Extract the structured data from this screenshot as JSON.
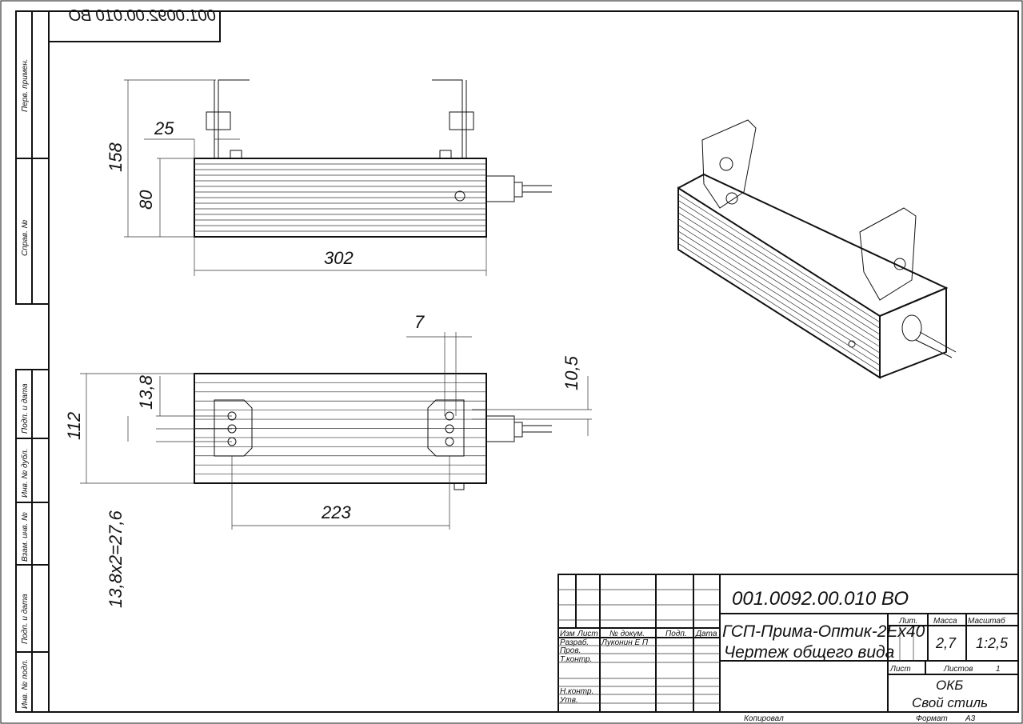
{
  "document_code": "001.0092.00.010 ВО",
  "document_code_rotated": "001.0092.00.010 ВО",
  "side_strip": [
    "Перв. примен.",
    "Справ. №",
    "Подп. и дата",
    "Инв. № дубл.",
    "Взам. инв. №",
    "Подп. и дата",
    "Инв. № подл."
  ],
  "dimensions": {
    "d25": "25",
    "d158": "158",
    "d80": "80",
    "d302": "302",
    "d7": "7",
    "d10_5": "10,5",
    "d13_8": "13,8",
    "d112": "112",
    "d223": "223",
    "d27_6": "13,8x2=27,6"
  },
  "title_block": {
    "col_headers": [
      "Изм",
      "Лист",
      "№ докум.",
      "Подп.",
      "Дата"
    ],
    "rows": [
      {
        "role": "Разраб.",
        "name": "Луконин Е П"
      },
      {
        "role": "Пров.",
        "name": ""
      },
      {
        "role": "Т.контр.",
        "name": ""
      },
      {
        "role": "",
        "name": ""
      },
      {
        "role": "Н.контр.",
        "name": ""
      },
      {
        "role": "Утв.",
        "name": ""
      }
    ],
    "product_name": "ГСП-Прима-Оптик-2Ex40",
    "drawing_type": "Чертеж общего вида",
    "lit_label": "Лит.",
    "mass_label": "Масса",
    "scale_label": "Масштаб",
    "mass": "2,7",
    "scale": "1:2,5",
    "sheet_label": "Лист",
    "sheets_label": "Листов",
    "sheets": "1",
    "org_line1": "ОКБ",
    "org_line2": "Свой стиль",
    "copied_label": "Копировал",
    "format_label": "Формат",
    "format": "А3"
  }
}
